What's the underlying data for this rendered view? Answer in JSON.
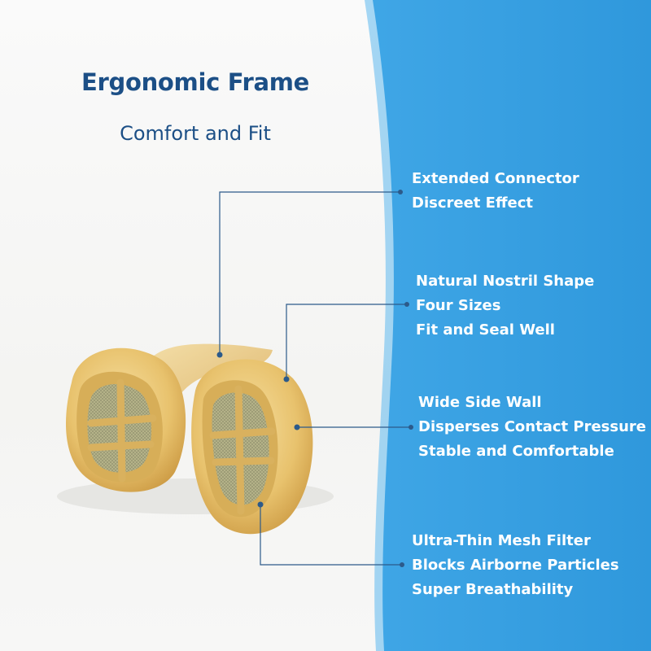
{
  "title": "Ergonomic Frame",
  "subtitle": "Comfort and Fit",
  "features": [
    {
      "lines": [
        "Extended Connector",
        "Discreet Effect"
      ]
    },
    {
      "lines": [
        "Natural Nostril Shape",
        "Four Sizes",
        "Fit and Seal Well"
      ]
    },
    {
      "lines": [
        "Wide Side Wall",
        "Disperses Contact Pressure",
        "Stable and Comfortable"
      ]
    },
    {
      "lines": [
        "Ultra-Thin Mesh Filter",
        "Blocks Airborne Particles",
        "Super Breathability"
      ]
    }
  ],
  "colors": {
    "panel": "#3aa3e4",
    "panel_edge": "#5cb8ef",
    "heading": "#1c4f86",
    "callout_line": "#2c5a8a",
    "product": "#e7c06a"
  },
  "icons": [
    "nasal-filter-product-image"
  ]
}
